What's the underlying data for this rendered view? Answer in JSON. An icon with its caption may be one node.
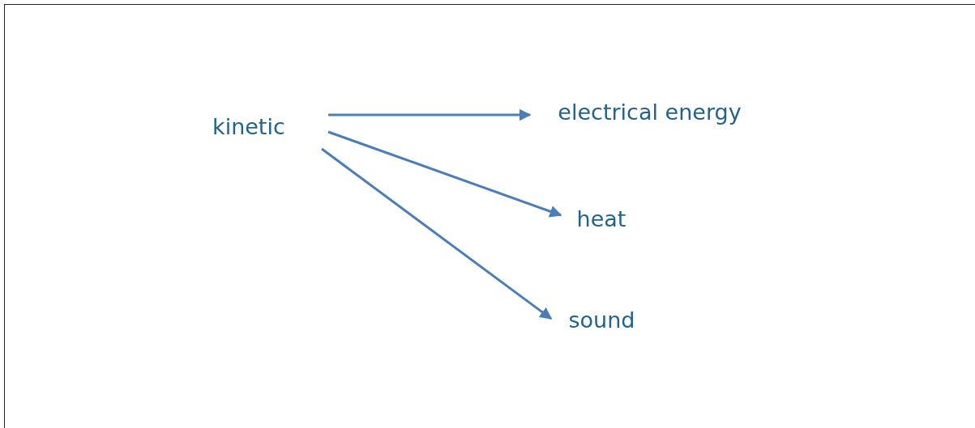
{
  "diagram": {
    "nodes": [
      {
        "text": [
          "kinetic"
        ]
      },
      {
        "text": [
          "electrical energy"
        ]
      },
      {
        "text": [
          "heat"
        ]
      },
      {
        "text": [
          "sound"
        ]
      }
    ],
    "edges": [
      {
        "from": 0,
        "to": 1,
        "arrow": "to"
      },
      {
        "from": 0,
        "to": 2,
        "arrow": "to"
      },
      {
        "from": 0,
        "to": 3,
        "arrow": "to"
      }
    ]
  }
}
